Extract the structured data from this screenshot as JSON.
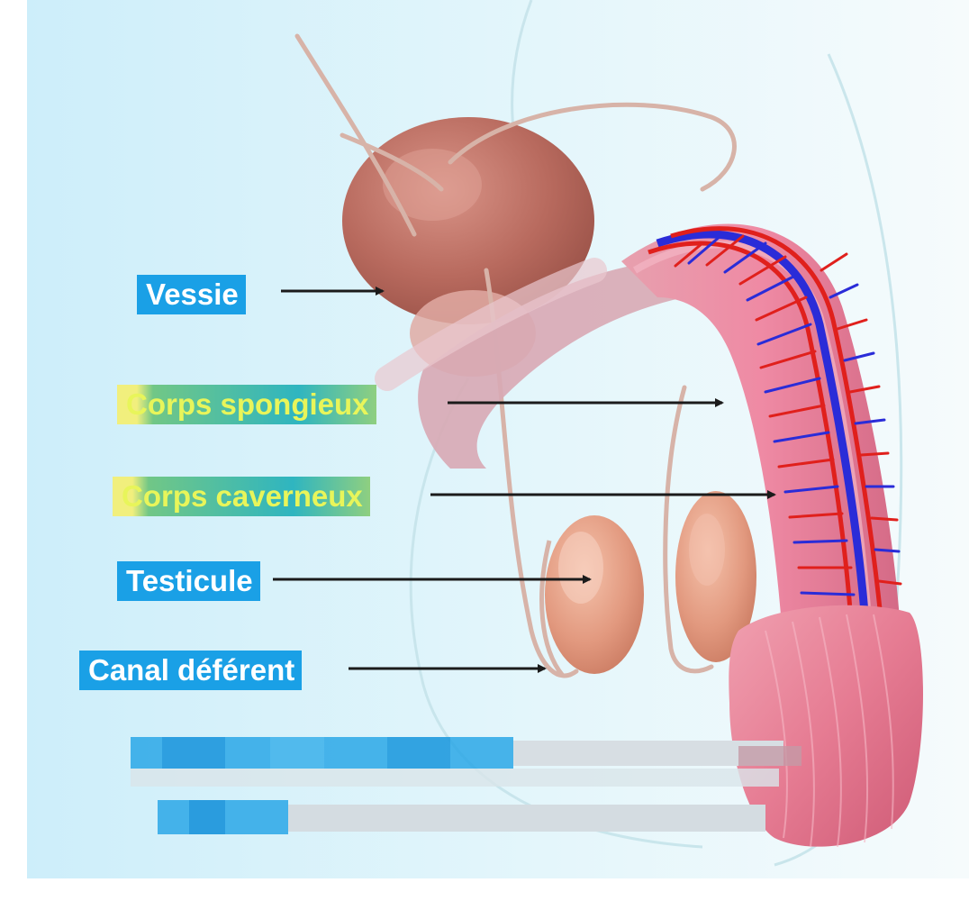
{
  "labels": {
    "vessie": "Vessie",
    "corps_spongieux": "Corps spongieux",
    "corps_caverneux": "Corps caverneux",
    "testicule": "Testicule",
    "canal_deferent": "Canal déférent"
  },
  "colors": {
    "label_blue": "#1aa0e6",
    "highlight_text": "#e8f55a",
    "vein_blue": "#2a2cd8",
    "artery_red": "#e0201c",
    "tissue_pink": "#e58ea0",
    "background_tint": "#d6f1f7"
  }
}
